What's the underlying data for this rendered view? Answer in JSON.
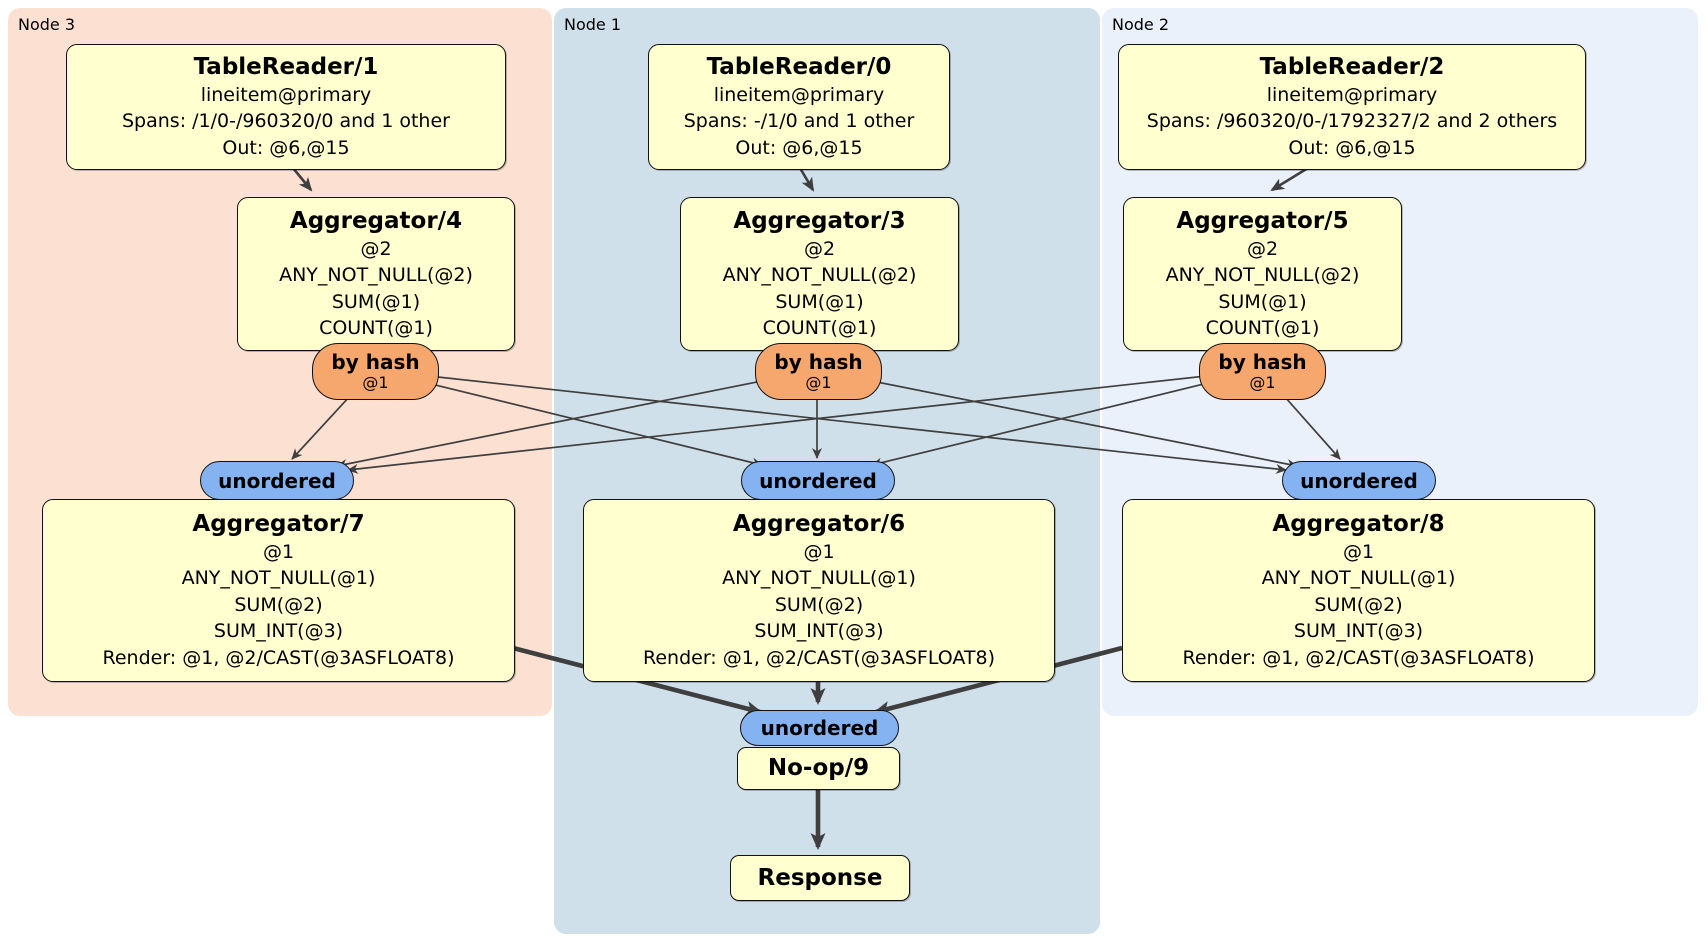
{
  "regions": {
    "node3": {
      "label": "Node 3"
    },
    "node1": {
      "label": "Node 1"
    },
    "node2": {
      "label": "Node 2"
    }
  },
  "processors": {
    "tablereader1": {
      "title": "TableReader/1",
      "lines": [
        "lineitem@primary",
        "Spans: /1/0-/960320/0 and 1 other",
        "Out: @6,@15"
      ]
    },
    "tablereader0": {
      "title": "TableReader/0",
      "lines": [
        "lineitem@primary",
        "Spans: -/1/0 and 1 other",
        "Out: @6,@15"
      ]
    },
    "tablereader2": {
      "title": "TableReader/2",
      "lines": [
        "lineitem@primary",
        "Spans: /960320/0-/1792327/2 and 2 others",
        "Out: @6,@15"
      ]
    },
    "aggregator4": {
      "title": "Aggregator/4",
      "lines": [
        "@2",
        "ANY_NOT_NULL(@2)",
        "SUM(@1)",
        "COUNT(@1)"
      ]
    },
    "aggregator3": {
      "title": "Aggregator/3",
      "lines": [
        "@2",
        "ANY_NOT_NULL(@2)",
        "SUM(@1)",
        "COUNT(@1)"
      ]
    },
    "aggregator5": {
      "title": "Aggregator/5",
      "lines": [
        "@2",
        "ANY_NOT_NULL(@2)",
        "SUM(@1)",
        "COUNT(@1)"
      ]
    },
    "aggregator7": {
      "title": "Aggregator/7",
      "lines": [
        "@1",
        "ANY_NOT_NULL(@1)",
        "SUM(@2)",
        "SUM_INT(@3)",
        "Render: @1, @2/CAST(@3ASFLOAT8)"
      ]
    },
    "aggregator6": {
      "title": "Aggregator/6",
      "lines": [
        "@1",
        "ANY_NOT_NULL(@1)",
        "SUM(@2)",
        "SUM_INT(@3)",
        "Render: @1, @2/CAST(@3ASFLOAT8)"
      ]
    },
    "aggregator8": {
      "title": "Aggregator/8",
      "lines": [
        "@1",
        "ANY_NOT_NULL(@1)",
        "SUM(@2)",
        "SUM_INT(@3)",
        "Render: @1, @2/CAST(@3ASFLOAT8)"
      ]
    },
    "noop9": {
      "title": "No-op/9"
    },
    "response": {
      "title": "Response"
    }
  },
  "routers": {
    "router4": {
      "label": "by hash",
      "sub": "@1"
    },
    "router3": {
      "label": "by hash",
      "sub": "@1"
    },
    "router5": {
      "label": "by hash",
      "sub": "@1"
    }
  },
  "syncs": {
    "sync7": {
      "label": "unordered"
    },
    "sync6": {
      "label": "unordered"
    },
    "sync8": {
      "label": "unordered"
    },
    "sync9": {
      "label": "unordered"
    }
  },
  "colors": {
    "node3_bg": "#fce1d3",
    "node1_bg": "#d0e0ea",
    "node2_bg": "#ebf1fa",
    "processor_fill": "#ffffcf",
    "router_fill": "#f6a76d",
    "sync_fill": "#85b3f2",
    "edge": "#3f3f3f"
  }
}
